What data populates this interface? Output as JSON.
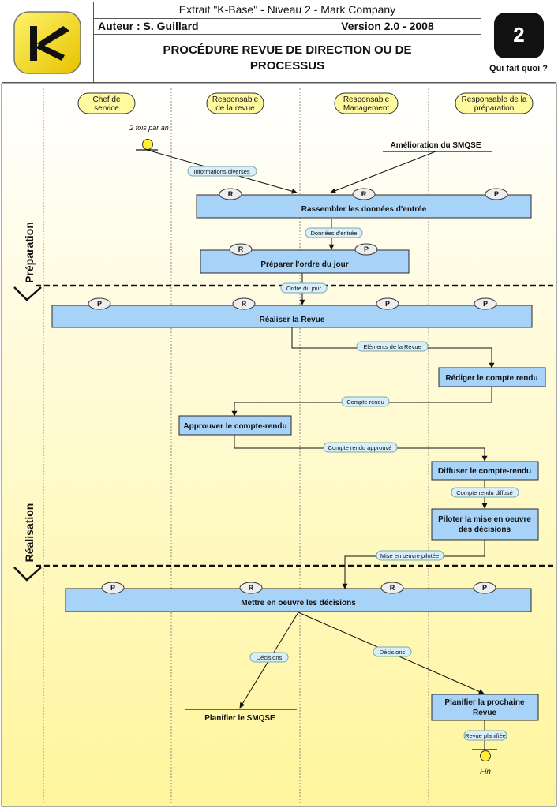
{
  "header": {
    "extract": "Extrait \"K-Base\" - Niveau 2 - Mark Company",
    "author": "Auteur :  S. Guillard",
    "version": "Version 2.0 - 2008",
    "title_line1": "PROCÉDURE REVUE DE DIRECTION OU DE",
    "title_line2": "PROCESSUS",
    "badge_number": "2",
    "badge_caption": "Qui fait quoi ?",
    "logo_letter": "K"
  },
  "phases": {
    "preparation": "Préparation",
    "realisation": "Réalisation"
  },
  "roles": [
    {
      "l1": "Chef de",
      "l2": "service"
    },
    {
      "l1": "Responsable",
      "l2": "de la revue"
    },
    {
      "l1": "Responsable",
      "l2": "Management"
    },
    {
      "l1": "Responsable de la",
      "l2": "préparation"
    }
  ],
  "events": {
    "start_label": "2 fois par an",
    "smqse_input": "Amélioration du SMQSE",
    "end_label": "Fin",
    "plan_smqse": "Planifier le SMQSE"
  },
  "activities": {
    "gather": "Rassembler les données d'entrée",
    "agenda": "Préparer l'ordre du jour",
    "review": "Réaliser la Revue",
    "write": "Rédiger le compte rendu",
    "approve": "Approuver le compte-rendu",
    "diffuse": "Diffuser le compte-rendu",
    "pilot_l1": "Piloter la mise en oeuvre",
    "pilot_l2": "des décisions",
    "implement": "Mettre en  oeuvre les décisions",
    "plan_l1": "Planifier la prochaine",
    "plan_l2": "Revue"
  },
  "flows": {
    "info": "Informations diverses",
    "data": "Données d'entrée",
    "agenda": "Ordre du jour",
    "elements": "Eléments de la Revue",
    "cr": "Compte rendu",
    "cr_approved": "Compte rendu approuvé",
    "cr_diffused": "Compte rendu diffusé",
    "piloted": "Mise en œuvre pilotée",
    "decisions": "Décisions",
    "review_planned": "Revue planifiée"
  },
  "raci": {
    "R": "R",
    "P": "P"
  },
  "colors": {
    "activity_fill": "#a8d3f8",
    "activity_stroke": "#2a2a2a",
    "role_fill": "#fffaa0",
    "flow_fill": "#d8eefa",
    "event_fill": "#ffee33",
    "bg_top": "#ffffff",
    "bg_bottom": "#fff59c"
  }
}
